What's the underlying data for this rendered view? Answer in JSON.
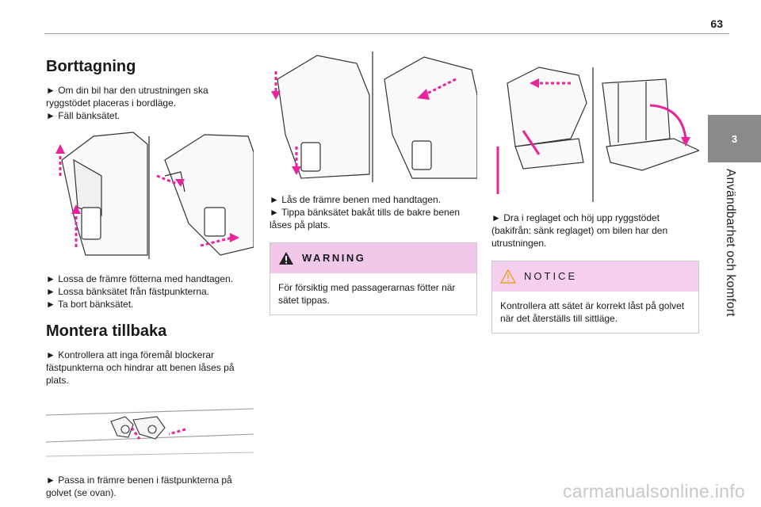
{
  "page": {
    "number": "63",
    "chapter_number": "3",
    "chapter_title": "Användbarhet och komfort"
  },
  "col1": {
    "heading1": "Borttagning",
    "para1_line1": "► Om din bil har den utrustningen ska",
    "intro": [
      "Om din bil har den utrustningen ska ryggstödet placeras i bordläge.",
      "Fäll bänksätet."
    ],
    "steps_a": [
      "Lossa de främre fötterna med handtagen.",
      "Lossa bänksätet från fästpunkterna.",
      "Ta bort bänksätet."
    ],
    "heading2": "Montera tillbaka",
    "steps_b": [
      "Kontrollera att inga föremål blockerar fästpunkterna och hindrar att benen låses på plats."
    ],
    "steps_c": [
      "Passa in främre benen i fästpunkterna på golvet (se ovan)."
    ]
  },
  "col2": {
    "steps": [
      "Lås de främre benen med handtagen.",
      "Tippa bänksätet bakåt tills de bakre benen låses på plats."
    ],
    "warning_title": "WARNING",
    "warning_text": "För försiktig med passagerarnas fötter när sätet tippas."
  },
  "col3": {
    "steps": [
      "Dra i reglaget och höj upp ryggstödet (bakifrån: sänk reglaget) om bilen har den utrustningen."
    ],
    "notice_title": "NOTICE",
    "notice_text": "Kontrollera att sätet är korrekt låst på golvet när det återställs till sittläge."
  },
  "watermark": "carmanualsonline.info",
  "colors": {
    "accent": "#e8239b",
    "warning_bg": "#f1c8ea",
    "tab_gray": "#8a8a8a"
  }
}
